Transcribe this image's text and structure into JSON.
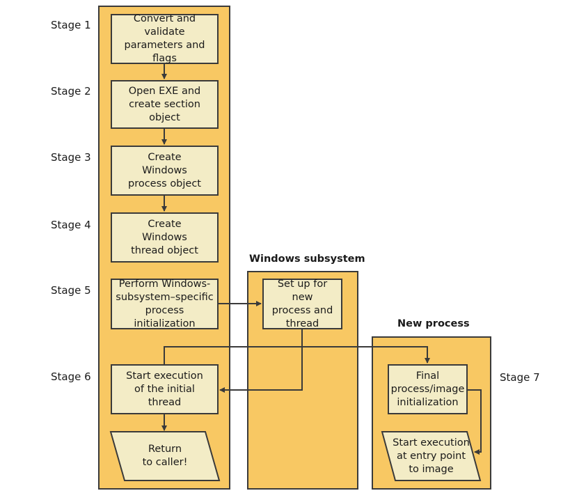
{
  "stages": [
    "Stage 1",
    "Stage 2",
    "Stage 3",
    "Stage 4",
    "Stage 5",
    "Stage 6",
    "Stage 7"
  ],
  "lanes": {
    "windows_subsystem": "Windows subsystem",
    "new_process": "New process"
  },
  "boxes": {
    "convert_validate": "Convert and validate\nparameters and\nflags",
    "open_exe": "Open EXE and\ncreate section\nobject",
    "create_process": "Create\nWindows\nprocess object",
    "create_thread": "Create\nWindows\nthread object",
    "perform_subsystem_init": "Perform Windows-\nsubsystem–specific\nprocess initialization",
    "start_execution_initial": "Start execution\nof the initial\nthread",
    "return_to_caller": "Return\nto caller!",
    "setup_new_process": "Set up for new\nprocess and\nthread",
    "final_init": "Final\nprocess/image\ninitialization",
    "start_at_entry": "Start execution\nat entry point\nto image"
  },
  "colors": {
    "lane_fill": "#f8c863",
    "box_fill": "#f3ecc6",
    "stroke": "#3a3a3a"
  }
}
